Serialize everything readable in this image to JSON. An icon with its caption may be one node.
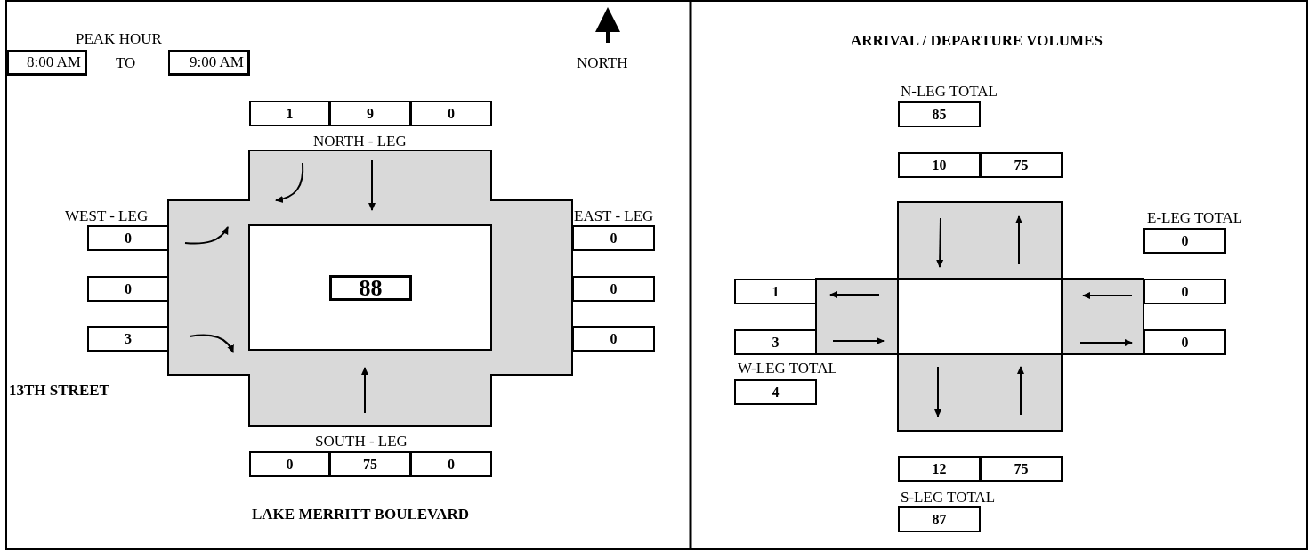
{
  "diagram": {
    "title": "ARRIVAL / DEPARTURE VOLUMES",
    "labels": [
      "PEAK HOUR",
      "8:00 AM",
      "TO",
      "9:00 AM",
      "NORTH",
      "1",
      "9",
      "0",
      "NORTH - LEG",
      "WEST - LEG",
      "EAST - LEG",
      "0",
      "0",
      "88",
      "0",
      "0",
      "3",
      "0",
      "13TH STREET",
      "SOUTH - LEG",
      "0",
      "75",
      "0",
      "LAKE MERRITT BOULEVARD",
      "N-LEG TOTAL",
      "85",
      "10",
      "75",
      "E-LEG TOTAL",
      "0",
      "1",
      "0",
      "3",
      "0",
      "W-LEG TOTAL",
      "4",
      "12",
      "75",
      "S-LEG TOTAL",
      "87"
    ]
  }
}
